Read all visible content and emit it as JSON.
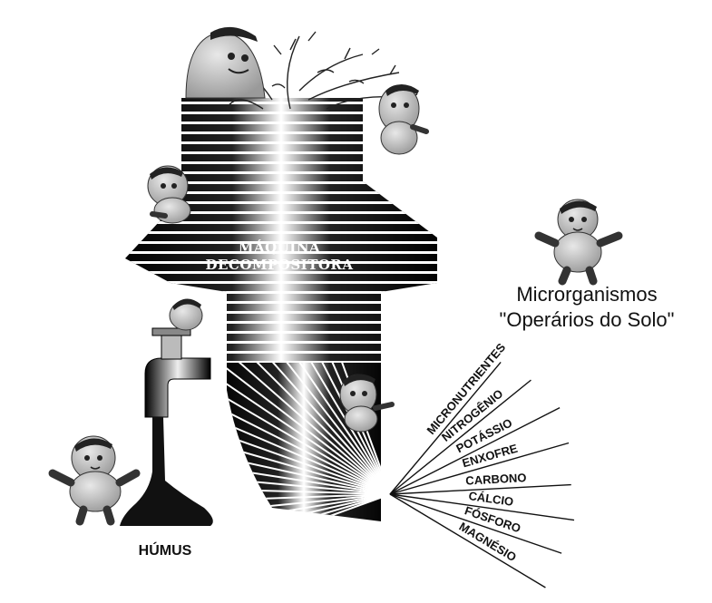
{
  "machine": {
    "line1": "MÁQUINA",
    "line2": "DECOMPOSITORA"
  },
  "caption": {
    "line1": "Microrganismos",
    "line2": "\"Operários do Solo\""
  },
  "output_label": "HÚMUS",
  "nutrients": [
    "MICRONUTRIENTES",
    "NITROGÊNIO",
    "POTÁSSIO",
    "ENXOFRE",
    "CARBONO",
    "CÁLCIO",
    "FÓSFORO",
    "MAGNÉSIO"
  ],
  "colors": {
    "ink": "#111111",
    "figure_fill": "#c8c8c8",
    "background": "#ffffff"
  }
}
